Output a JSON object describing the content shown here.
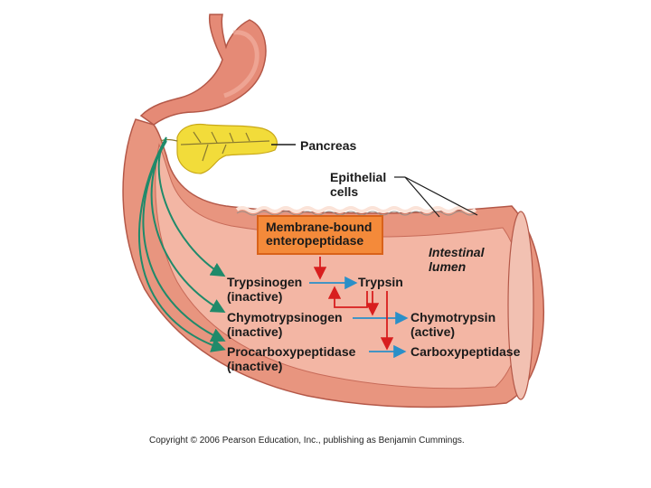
{
  "labels": {
    "pancreas": "Pancreas",
    "epithelial_1": "Epithelial",
    "epithelial_2": "cells",
    "enzyme_1": "Membrane-bound",
    "enzyme_2": "enteropeptidase",
    "lumen_1": "Intestinal",
    "lumen_2": "lumen",
    "trypsinogen": "Trypsinogen",
    "trypsinogen_state": "(inactive)",
    "trypsin": "Trypsin",
    "chymotrypsinogen": "Chymotrypsinogen",
    "chymotrypsinogen_state": "(inactive)",
    "chymotrypsin": "Chymotrypsin",
    "chymotrypsin_state": "(active)",
    "procarboxypeptidase": "Procarboxypeptidase",
    "procarboxypeptidase_state": "(inactive)",
    "carboxypeptidase": "Carboxypeptidase"
  },
  "copyright": "Copyright © 2006 Pearson Education, Inc., publishing as Benjamin Cummings.",
  "colors": {
    "tissue": "#e8957f",
    "tissue_light": "#f5bfae",
    "lumen": "#f3b6a4",
    "pancreas": "#f2dc3a",
    "duct_arrow": "#1f8a6a",
    "activation_arrow": "#d81e1e",
    "conversion_arrow": "#2a8fc8",
    "enzyme_box": "#f48a3a"
  }
}
